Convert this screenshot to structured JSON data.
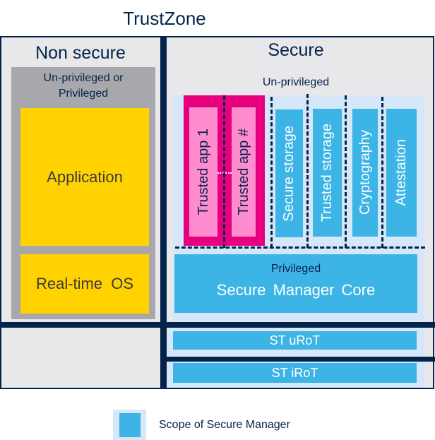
{
  "title": "TrustZone",
  "non_secure": {
    "heading": "Non secure",
    "privilege_label": [
      "Un-privileged or",
      "Privileged"
    ],
    "blocks": [
      {
        "label": "Application",
        "color": "#ffd200"
      },
      {
        "label": "Real-time OS",
        "color": "#ffd200"
      }
    ]
  },
  "secure": {
    "heading": "Secure",
    "unprivileged_label": "Un-privileged",
    "trusted_apps": [
      {
        "label": "Trusted app 1"
      },
      {
        "label": "Trusted app #"
      }
    ],
    "services": [
      {
        "label": "Secure storage"
      },
      {
        "label": "Trusted storage"
      },
      {
        "label": "Cryptography"
      },
      {
        "label": "Attestation"
      }
    ],
    "core": {
      "privilege_label": "Privileged",
      "label": "Secure Manager Core"
    },
    "roots_of_trust": [
      {
        "label": "ST uRoT"
      },
      {
        "label": "ST iRoT"
      }
    ]
  },
  "legend": {
    "label": "Scope of Secure Manager",
    "color": "#3cb4e6",
    "background": "#d5e7f9"
  },
  "colors": {
    "frame": "#03234b",
    "background": "#e8e8ea",
    "non_secure_panel": "#a8a8ac",
    "trusted_app_container": "#e6007e",
    "trusted_app": "#ff8ccf",
    "secure_manager": "#3cb4e6",
    "secure_manager_scope": "#d5e7f9"
  }
}
